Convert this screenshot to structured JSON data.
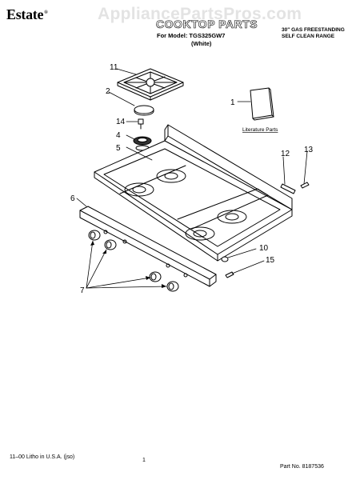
{
  "header": {
    "brand": "Estate",
    "watermark": "AppliancePartsPros.com",
    "title": "COOKTOP PARTS",
    "model_line": "For Model: TGS325GW7",
    "color_line": "(White)",
    "product_line1": "30\" GAS FREESTANDING",
    "product_line2": "SELF CLEAN RANGE"
  },
  "diagram": {
    "callouts": [
      "11",
      "2",
      "14",
      "4",
      "5",
      "1",
      "12",
      "13",
      "6",
      "10",
      "15",
      "7"
    ],
    "literature_label": "Literature Parts"
  },
  "footer": {
    "litho": "11–00 Litho in U.S.A. (jso)",
    "page": "1",
    "part_no": "Part No. 8187536"
  }
}
